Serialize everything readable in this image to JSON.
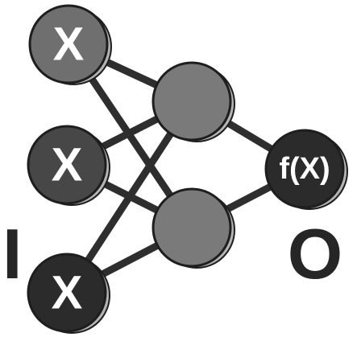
{
  "diagram": {
    "inputs": [
      {
        "label": "X",
        "color": "#6f6f6f"
      },
      {
        "label": "X",
        "color": "#474747"
      },
      {
        "label": "X",
        "color": "#2b2b2b"
      }
    ],
    "hidden": [
      {
        "label": "",
        "color": "#7a7a7a"
      },
      {
        "label": "",
        "color": "#7a7a7a"
      }
    ],
    "output": {
      "label": "f(X)",
      "color": "#2b2b2b"
    },
    "input_layer_label": "I",
    "output_layer_label": "O",
    "colors": {
      "edge": "#2e2e2e",
      "outline": "#1e1e1e",
      "shadow": "#b4b4b4",
      "side_label": "#262626",
      "node_text": "#ffffff"
    }
  }
}
